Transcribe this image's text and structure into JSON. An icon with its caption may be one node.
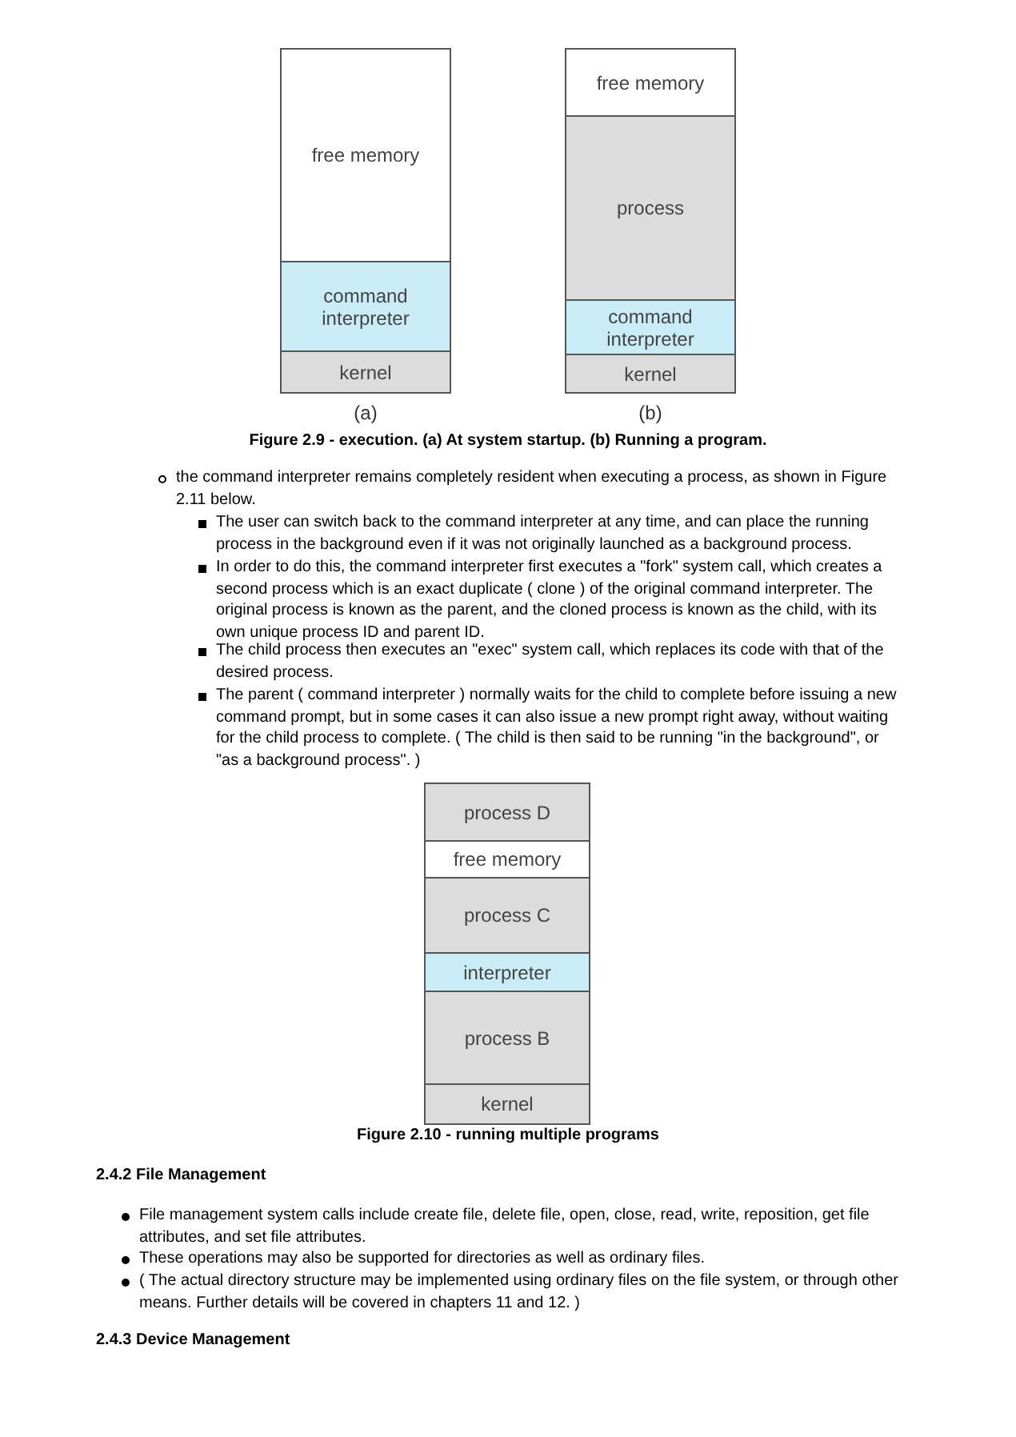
{
  "diagram": {
    "nodes": [
      {
        "text": [],
        "shape": "box",
        "beside": [
          "(a)"
        ]
      },
      {
        "text": [
          "free memory"
        ],
        "in": 0
      },
      {
        "text": [
          "command interpreter"
        ],
        "in": 0
      },
      {
        "text": [
          "kernel"
        ],
        "in": 0
      },
      {
        "text": [],
        "shape": "box",
        "beside": [
          "(b)"
        ]
      },
      {
        "text": [
          "free memory"
        ],
        "in": 4
      },
      {
        "text": [
          "process"
        ],
        "in": 4
      },
      {
        "text": [
          "command interpreter"
        ],
        "in": 4
      },
      {
        "text": [
          "kernel"
        ],
        "in": 4
      },
      {
        "text": [],
        "shape": "box"
      },
      {
        "text": [
          "process D"
        ],
        "in": 9
      },
      {
        "text": [
          "free memory"
        ],
        "in": 9
      },
      {
        "text": [
          "process C"
        ],
        "in": 9
      },
      {
        "text": [
          "interpreter"
        ],
        "in": 9
      },
      {
        "text": [
          "process B"
        ],
        "in": 9
      },
      {
        "text": [
          "kernel"
        ],
        "in": 9
      }
    ],
    "edges": [],
    "labels": [
      "Figure 2.9 - execution. (a) At system startup. (b) Running a program.",
      "the command interpreter remains completely resident when executing a process, as shown in Figure 2.11 below.",
      "The user can switch back to the command interpreter at any time, and can place the running process in the background even if it was not originally launched as a background process.",
      "In order to do this, the command interpreter first executes a \"fork\" system call, which creates a second process which is an exact duplicate ( clone ) of the original command interpreter. The original process is known as the parent, and the cloned process is known as the child, with its own unique process ID and parent ID.",
      "The child process then executes an \"exec\" system call, which replaces its code with that of the desired process.",
      "The parent ( command interpreter ) normally waits for the child to complete before issuing a new command prompt, but in some cases it can also issue a new prompt right away, without waiting for the child process to complete. ( The child is then said to be running \"in the background\", or \"as a background process\". )",
      "Figure 2.10 - running multiple programs",
      "2.4.2 File Management",
      "File management system calls include create file, delete file, open, close, read, write, reposition, get file attributes, and set file attributes.",
      "These operations may also be supported for directories as well as ordinary files.",
      "( The actual directory structure may be implemented using ordinary files on the file system, or through other means. Further details will be covered in chapters 11 and 12. )",
      "2.4.3 Device Management"
    ]
  }
}
